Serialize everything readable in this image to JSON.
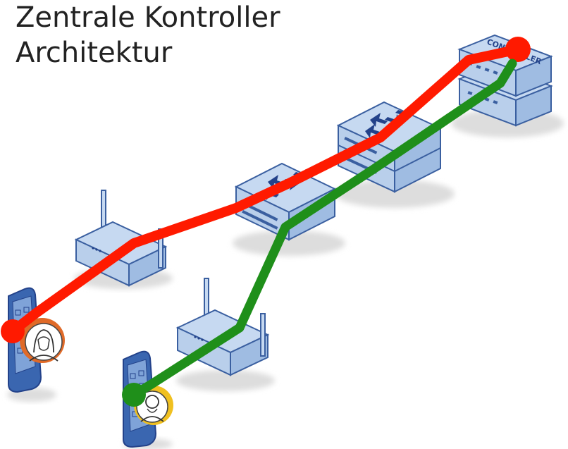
{
  "title": {
    "line1": "Zentrale Kontroller",
    "line2": "Architektur"
  },
  "controller": {
    "label": "CONTROLLER"
  },
  "devices": [
    {
      "id": "controller",
      "type": "controller-server"
    },
    {
      "id": "core-switch",
      "type": "switch"
    },
    {
      "id": "access-switch",
      "type": "switch"
    },
    {
      "id": "access-point-1",
      "type": "wireless-access-point"
    },
    {
      "id": "access-point-2",
      "type": "wireless-access-point"
    },
    {
      "id": "smartphone-1",
      "type": "smartphone",
      "user_badge_color": "#e06a28"
    },
    {
      "id": "smartphone-2",
      "type": "smartphone",
      "user_badge_color": "#f0c020"
    }
  ],
  "paths": [
    {
      "id": "red-path",
      "color": "#ff1a00",
      "route": [
        "smartphone-1",
        "access-point-1",
        "access-switch",
        "controller"
      ]
    },
    {
      "id": "green-path",
      "color": "#1f8f1a",
      "route": [
        "smartphone-2",
        "access-point-2",
        "access-switch",
        "core-switch",
        "controller"
      ]
    }
  ],
  "colors": {
    "device_top": "#c6d9f1",
    "device_side": "#9fbce2",
    "device_front": "#b9cfeb",
    "device_outline": "#3a5fa0",
    "arrows": "#23428a"
  }
}
